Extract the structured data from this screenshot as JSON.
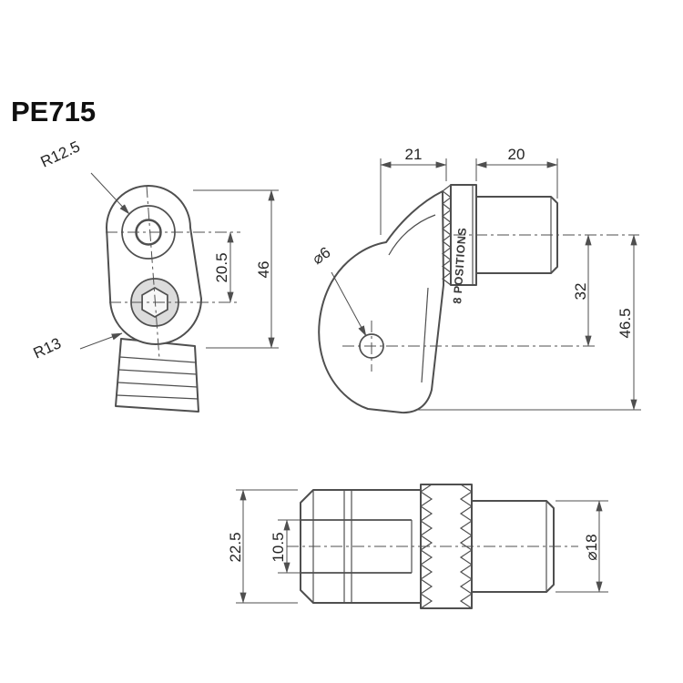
{
  "title": "PE715",
  "colors": {
    "line": "#4f4f4f",
    "text": "#242424",
    "background": "#ffffff"
  },
  "front_view": {
    "radius_top": "R12.5",
    "radius_bottom": "R13",
    "dim_hole_pitch": "20.5",
    "dim_height": "46"
  },
  "side_view": {
    "dim_bracket_offset": "21",
    "dim_peg_length": "20",
    "hole_diameter": "⌀6",
    "positions": "8 POSITIONS",
    "dim_axis_to_hole": "32",
    "dim_axis_to_bottom": "46.5"
  },
  "bottom_view": {
    "dim_fork_width": "22.5",
    "dim_slot_width": "10.5",
    "peg_diameter": "⌀18"
  }
}
